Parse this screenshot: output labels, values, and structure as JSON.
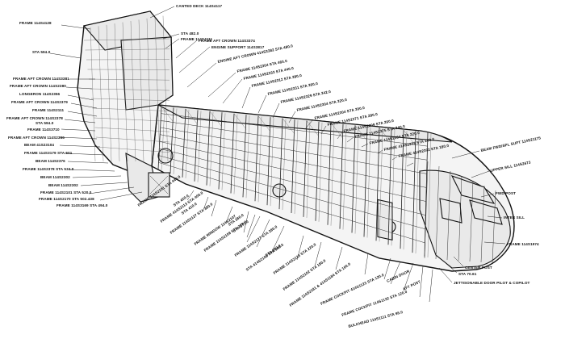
{
  "labels": [
    "CANTED DECK 114S4117",
    "STA 482.0",
    "FRAME 114S4128",
    "FRAME 114S4111",
    "FRAME AFT CROWN 114S3374",
    "ENGINE SUPPORT 114S3817",
    "STA 594.0",
    "ENGINE AFT CROWN 414S3382 STA 480.0",
    "FRAME 114S2304 STA 460.0",
    "FRAME AFT CROWN 114S3381",
    "FRAME 114S2333 STA 440.0",
    "FRAME AFT CROWN 114S2380",
    "FRAME 114S2312 STA 380.0",
    "LONGERON 114S2356",
    "FRAME 114S2331 STA 360.0",
    "FRAME AFT CROWN 114S2379",
    "FRAME 114S2329 STA 342.0",
    "FRAME 114S2111",
    "FRAME 114S2304 STA 320.0",
    "FRAME AFT CROWN 114S2378",
    "STA 594.0",
    "FRAME 114S2304 STA 300.0",
    "FRAME 114S3710",
    "FRAME 114S2371 STA 280.0",
    "FRAME AFT CROWN 114S2366",
    "FRAME 114S2309 STA 260.0",
    "FRAME 114S2375 STA 240.0",
    "BEAM 41S23104",
    "FRAME 114S2304 STA 220.0",
    "FRAME 114S3179 STA 501",
    "FRAME 414S2303 STA 200.0",
    "BEAM 114S2376",
    "FRAME 414S2302 STA 180.0",
    "FRAME 114S2378 STA 534.0",
    "BEAM 114S2302",
    "BEAM 114S2302",
    "BEAM FWD/SPL SUPT 114S21175",
    "FRAME 114S2101 STA 520.0",
    "UPPER SILL 114S2673",
    "FRAME 114S2170 STA 502.438",
    "FWD POST",
    "FRAME 114S3169 STA 494.0",
    "FRAME 114S2101 STA 440.0",
    "INTER SILL",
    "STA 420.0",
    "STA 410.0",
    "FRAME 114S1974",
    "FRAME 414S2113 STA 400.0",
    "FRAME 114S2127 STA 380.0",
    "STA 380.0",
    "STA 377.0",
    "FRAME WINDOW 114S2107",
    "FRAME 114S2108 STA 320.0",
    "FRAME 114S2127 STA 280.0",
    "STA 382.0",
    "STA 414S2108 STA 240.0",
    "FRAME 114S2133 STA 220.0",
    "CENTER POST",
    "STA 70.61",
    "FRAME 114S2102 STA 180.0",
    "FRAME 114S2181 & 414S1184 STA 160.0",
    "JETTISONABLE DOOR PILOT & COPILOT",
    "FRAME COCKPIT 414S1123 STA 120.0",
    "CABIN DOOR",
    "AFT POST",
    "FRAME COCKPIT 114S1132 STA 120.0",
    "BULKHEAD 114S1111 STA 95.0"
  ]
}
